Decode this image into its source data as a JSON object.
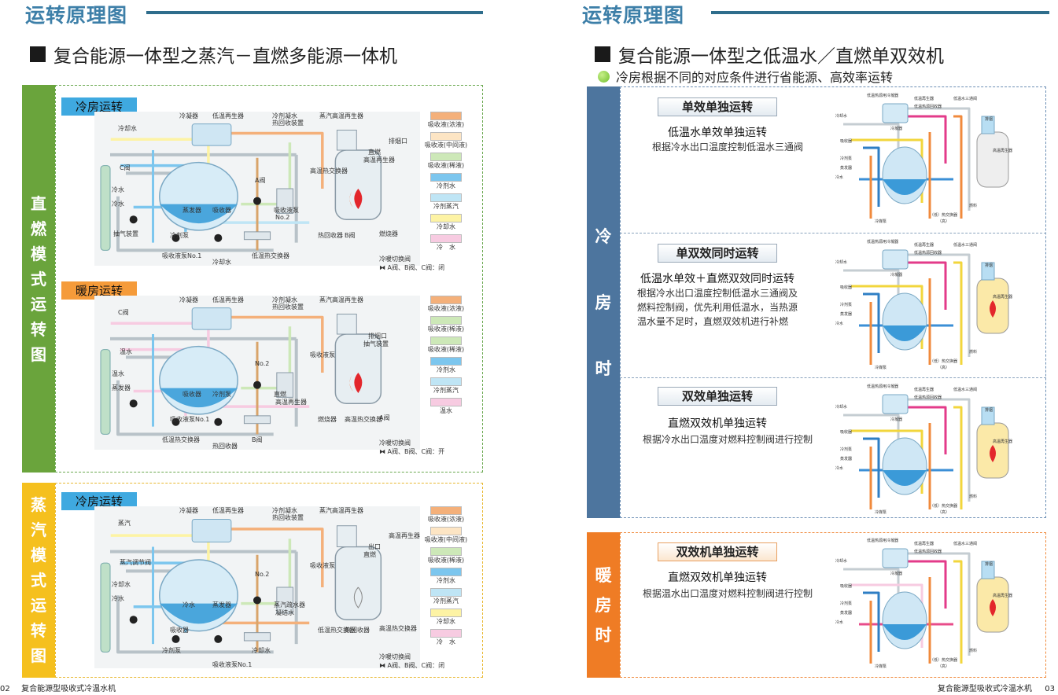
{
  "left": {
    "header": "运转原理图",
    "section_title": "复合能源一体型之蒸汽－直燃多能源一体机",
    "sidebar_direct": [
      "直",
      "燃",
      "模",
      "式",
      "运",
      "转",
      "图"
    ],
    "sidebar_steam": [
      "蒸",
      "汽",
      "模",
      "式",
      "运",
      "转",
      "图"
    ],
    "panels": [
      {
        "tag": "冷房运转",
        "labels": [
          "冷凝器",
          "低温再生器",
          "冷剂凝水",
          "热回收装置",
          "蒸汽高温再生器",
          "冷却水",
          "C阀",
          "冷水",
          "冷水",
          "蒸发器",
          "吸收器",
          "冷剂泵",
          "吸收液泵No.1",
          "冷却水",
          "低温热交换器",
          "热回收器",
          "B阀",
          "燃烧器",
          "高温热交换器",
          "A阀",
          "吸收液泵",
          "No.2",
          "直燃",
          "高温再生器",
          "排烟口",
          "抽气装置"
        ],
        "legend": [
          "吸收液(浓液)",
          "吸收液(中间液)",
          "吸收液(稀液)",
          "冷剂水",
          "冷剂蒸汽",
          "冷却水",
          "冷　水"
        ],
        "valve_title": "冷暖切换阀",
        "valve_state": "A阀、B阀、C阀：闭"
      },
      {
        "tag": "暖房运转",
        "labels": [
          "冷凝器",
          "低温再生器",
          "冷剂凝水",
          "热回收装置",
          "蒸汽高温再生器",
          "C阀",
          "温水",
          "温水",
          "蒸发器",
          "吸收器",
          "冷剂泵",
          "吸收液泵No.1",
          "低温热交换器",
          "热回收器",
          "B阀",
          "燃烧器",
          "高温热交换器",
          "A阀",
          "吸收液泵",
          "No.2",
          "直燃",
          "高温再生器",
          "排烟口",
          "抽气装置"
        ],
        "legend": [
          "吸收液(浓液)",
          "吸收液(稀液)",
          "吸收液(稀液)",
          "冷剂水",
          "冷剂蒸汽",
          "温水"
        ],
        "valve_title": "冷暖切换阀",
        "valve_state": "A阀、B阀、C阀：开"
      },
      {
        "tag": "冷房运转",
        "labels": [
          "冷凝器",
          "低温再生器",
          "冷剂凝水",
          "热回收装置",
          "蒸汽高温再生器",
          "蒸汽",
          "蒸汽调节阀",
          "冷却水",
          "冷水",
          "冷水",
          "蒸发器",
          "吸收器",
          "冷剂泵",
          "吸收液泵No.1",
          "冷却水",
          "低温热交换器",
          "热回收器",
          "高温热交换器",
          "吸收液泵",
          "No.2",
          "蒸汽疏水器",
          "凝结水",
          "出口",
          "直燃",
          "高温再生器"
        ],
        "legend": [
          "吸收液(浓液)",
          "吸收液(中间液)",
          "吸收液(稀液)",
          "冷剂水",
          "冷剂蒸汽",
          "冷却水",
          "冷　水"
        ],
        "valve_title": "冷暖切换阀",
        "valve_state": "A阀、B阀、C阀：闭"
      }
    ],
    "footer_page": "02",
    "footer_text": "复合能源型吸收式冷温水机"
  },
  "right": {
    "header": "运转原理图",
    "section_title": "复合能源一体型之低温水／直燃单双效机",
    "bullet": "冷房根据不同的对应条件进行省能源、高效率运转",
    "sidebar_cool": [
      "冷",
      "房",
      "时"
    ],
    "sidebar_heat": [
      "暖",
      "房",
      "时"
    ],
    "modes": [
      {
        "name": "单效单独运转",
        "head": "低温水单效单独运转",
        "desc": [
          "根据冷水出口温度控制低温水三通阀"
        ]
      },
      {
        "name": "单双效同时运转",
        "head": "低温水单效＋直燃双效同时运转",
        "desc": [
          "根据冷水出口温度控制低温水三通阀及",
          "燃料控制阀，优先利用低温水，当热源",
          "温水量不足时，直燃双效机进行补燃"
        ]
      },
      {
        "name": "双效单独运转",
        "head": "直燃双效机单独运转",
        "desc": [
          "根据冷水出口温度对燃料控制阀进行控制"
        ]
      },
      {
        "name": "双效机单独运转",
        "head": "直燃双效机单独运转",
        "desc": [
          "根据温水出口温度对燃料控制阀进行控制"
        ]
      }
    ],
    "diagram_labels": [
      "低温热源用冷凝器",
      "低温再生器",
      "低温水三通阀",
      "冷却水",
      "冷凝器",
      "低温热源回收器",
      "排烟",
      "高温再生器",
      "吸收器",
      "冷剂泵",
      "蒸发器",
      "冷水",
      "燃料",
      "（低）热交换器",
      "（高）",
      "冷媒泵"
    ],
    "footer_text": "复合能源型吸收式冷温水机",
    "footer_page": "03"
  },
  "colors": {
    "header_blue": "#3d7fa8",
    "green_side": "#6aa43c",
    "yellow_side": "#f5c01e",
    "blue_side": "#4d759e",
    "orange_side": "#ef7c25",
    "tag_blue": "#3fa9e0",
    "tag_orange": "#f59b3a",
    "legend": [
      "#f4b07a",
      "#fde5c4",
      "#cde8b8",
      "#7cc6ee",
      "#bfe5f5",
      "#fdf3a4",
      "#f7cbe1"
    ]
  }
}
